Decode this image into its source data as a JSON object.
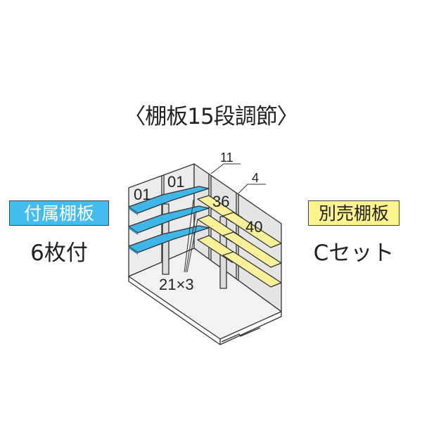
{
  "title": "〈棚板15段調節〉",
  "included": {
    "label": "付属棚板",
    "count": "6枚付"
  },
  "optional": {
    "label": "別売棚板",
    "set": "Cセット"
  },
  "diagram": {
    "part_labels": [
      "01",
      "01",
      "11",
      "4",
      "36",
      "40",
      "21×3"
    ]
  },
  "colors": {
    "included_shelf": "#3fb6e8",
    "optional_shelf": "#f8f19a",
    "wall": "#ececec",
    "outline": "#333333"
  }
}
